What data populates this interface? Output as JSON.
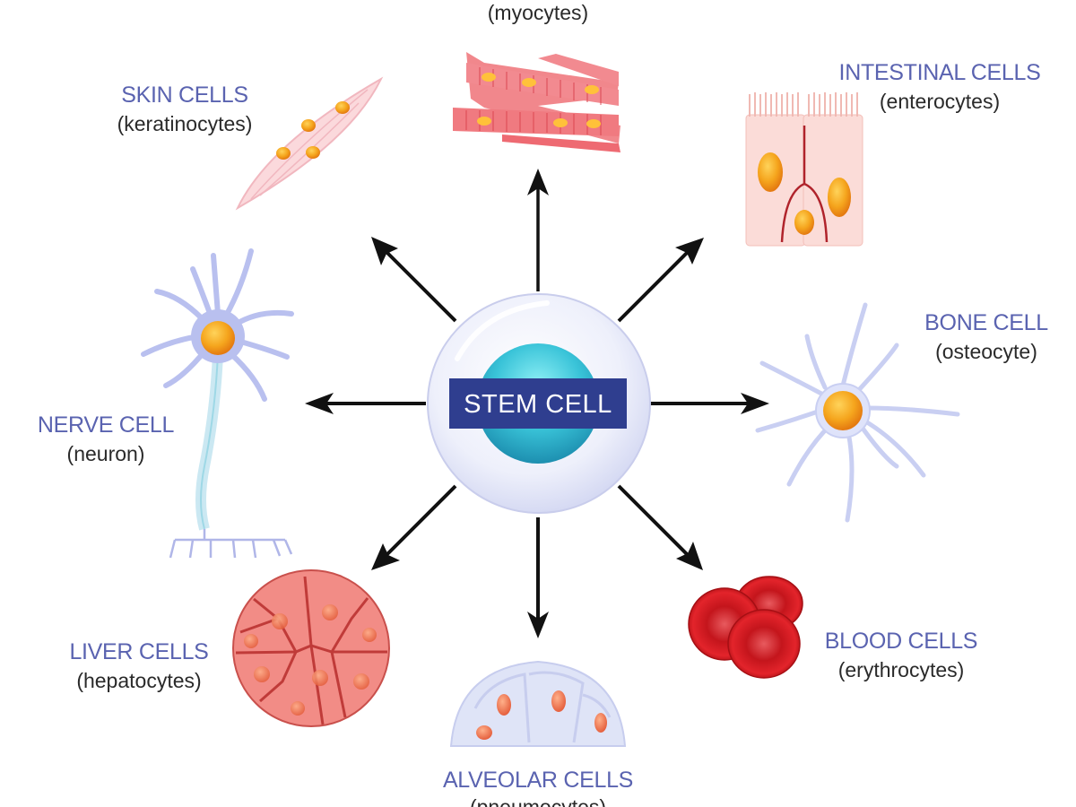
{
  "diagram": {
    "center": {
      "label": "STEM CELL",
      "colors": {
        "label_bg": "#2f3e8f",
        "nucleus": "#3cc2d6",
        "membrane": "#e3e6f8"
      }
    },
    "cells": [
      {
        "id": "muscle",
        "title": "",
        "subtitle": "(myocytes)",
        "direction": "up"
      },
      {
        "id": "intestinal",
        "title": "INTESTINAL CELLS",
        "subtitle": "(enterocytes)",
        "direction": "up-right"
      },
      {
        "id": "bone",
        "title": "BONE CELL",
        "subtitle": "(osteocyte)",
        "direction": "right"
      },
      {
        "id": "blood",
        "title": "BLOOD CELLS",
        "subtitle": "(erythrocytes)",
        "direction": "down-right"
      },
      {
        "id": "alveolar",
        "title": "ALVEOLAR CELLS",
        "subtitle": "(pneumocytes)",
        "direction": "down"
      },
      {
        "id": "liver",
        "title": "LIVER CELLS",
        "subtitle": "(hepatocytes)",
        "direction": "down-left"
      },
      {
        "id": "nerve",
        "title": "NERVE CELL",
        "subtitle": "(neuron)",
        "direction": "left"
      },
      {
        "id": "skin",
        "title": "SKIN CELLS",
        "subtitle": "(keratinocytes)",
        "direction": "up-left"
      }
    ],
    "colors": {
      "title_text": "#5a63b0",
      "subtitle_text": "#2a2a2a",
      "arrow": "#111111",
      "nucleus_orange": "#f3a21e",
      "blood_red": "#d9141b",
      "liver_pink": "#f08a84",
      "alveolar_blue": "#dfe4f7",
      "neuron_lilac": "#b9c0ef"
    }
  }
}
